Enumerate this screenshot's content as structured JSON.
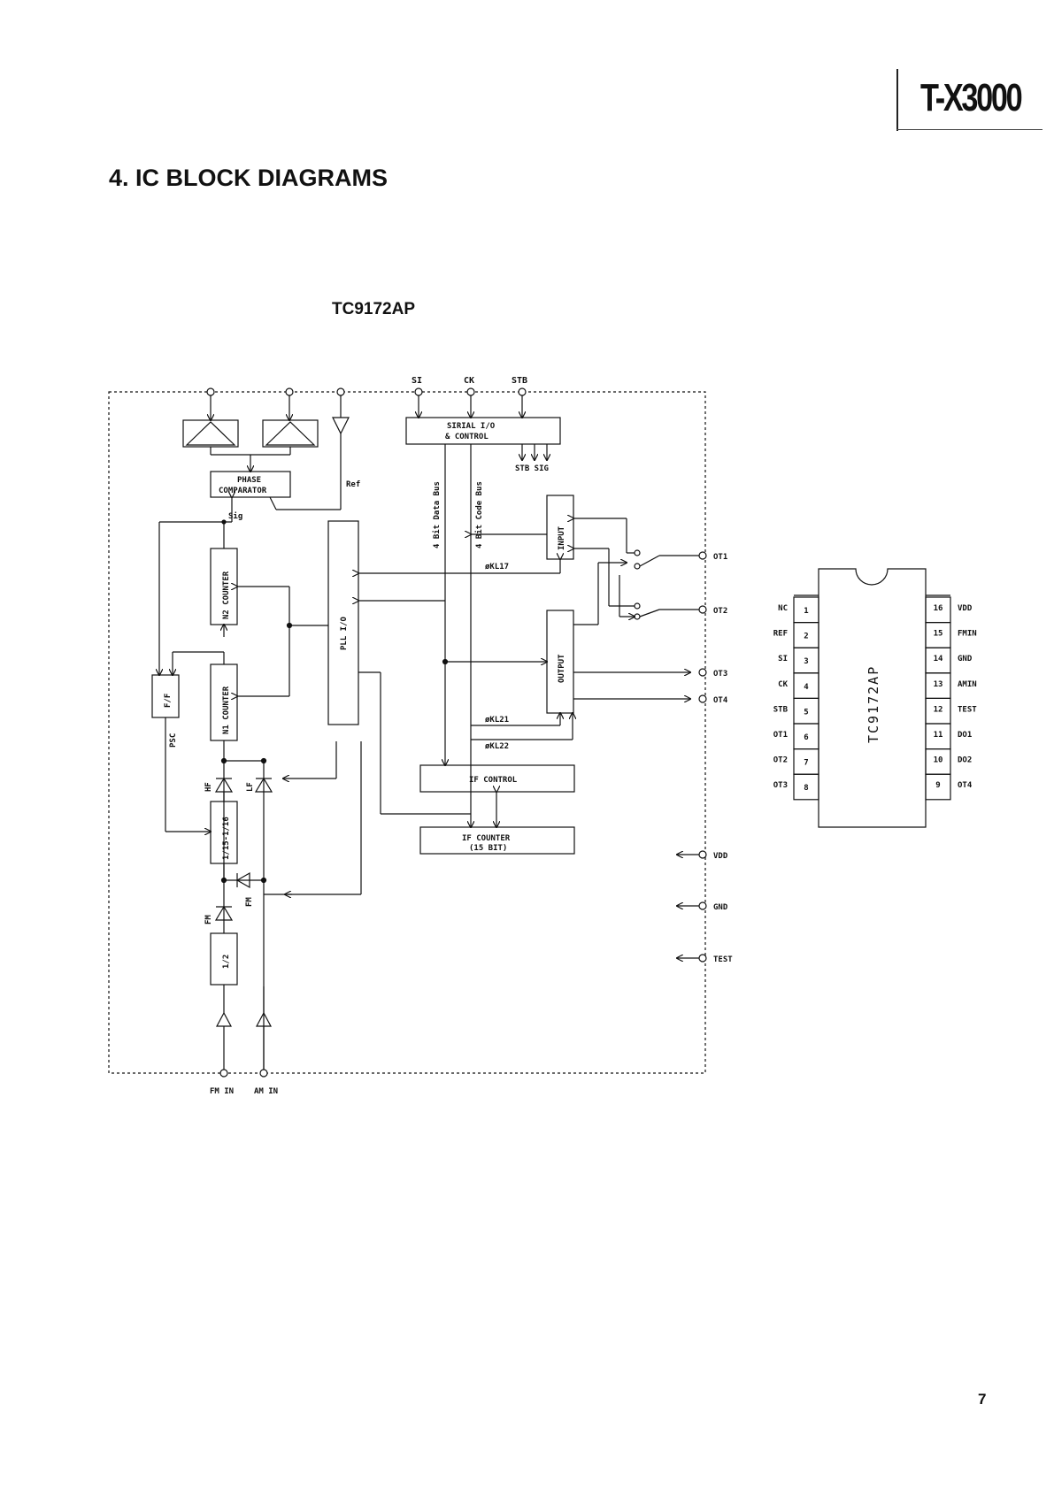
{
  "header": {
    "model": "T-X3000",
    "title": "4. IC BLOCK DIAGRAMS",
    "page_number": "7"
  },
  "chip": {
    "name": "TC9172AP",
    "blocks": {
      "serial_io": "SIRIAL I/O",
      "serial_control": "& CONTROL",
      "phase_comparator_1": "PHASE",
      "phase_comparator_2": "COMPARATOR",
      "n2_counter": "N2 COUNTER",
      "n1_counter": "N1 COUNTER",
      "pll_io": "PLL I/O",
      "input": "INPUT",
      "output": "OUTPUT",
      "if_control": "IF CONTROL",
      "if_counter_1": "IF COUNTER",
      "if_counter_2": "(15 BIT)",
      "ff": "F/F",
      "prescaler": "1/15-1/16",
      "half": "1/2"
    },
    "signals": {
      "si": "SI",
      "ck": "CK",
      "stb": "STB",
      "stb_sig": "STB SIG",
      "ref": "Ref",
      "sig": "Sig",
      "psc": "PSC",
      "data_bus": "4 Bit Data Bus",
      "code_bus": "4 Bit Code Bus",
      "kl17": "øKL17",
      "kl21": "øKL21",
      "kl22": "øKL22",
      "hf": "HF",
      "lf": "LF",
      "fm": "FM",
      "fm_bar": "FM",
      "ot1": "OT1",
      "ot2": "OT2",
      "ot3": "OT3",
      "ot4": "OT4",
      "vdd": "VDD",
      "gnd": "GND",
      "test": "TEST",
      "fm_in": "FM IN",
      "am_in": "AM IN"
    },
    "pinout": {
      "left": [
        {
          "num": "1",
          "name": "NC"
        },
        {
          "num": "2",
          "name": "REF"
        },
        {
          "num": "3",
          "name": "SI"
        },
        {
          "num": "4",
          "name": "CK"
        },
        {
          "num": "5",
          "name": "STB"
        },
        {
          "num": "6",
          "name": "OT1"
        },
        {
          "num": "7",
          "name": "OT2"
        },
        {
          "num": "8",
          "name": "OT3"
        }
      ],
      "right": [
        {
          "num": "16",
          "name": "VDD"
        },
        {
          "num": "15",
          "name": "FMIN"
        },
        {
          "num": "14",
          "name": "GND"
        },
        {
          "num": "13",
          "name": "AMIN"
        },
        {
          "num": "12",
          "name": "TEST"
        },
        {
          "num": "11",
          "name": "DO1"
        },
        {
          "num": "10",
          "name": "DO2"
        },
        {
          "num": "9",
          "name": "OT4"
        }
      ]
    }
  }
}
